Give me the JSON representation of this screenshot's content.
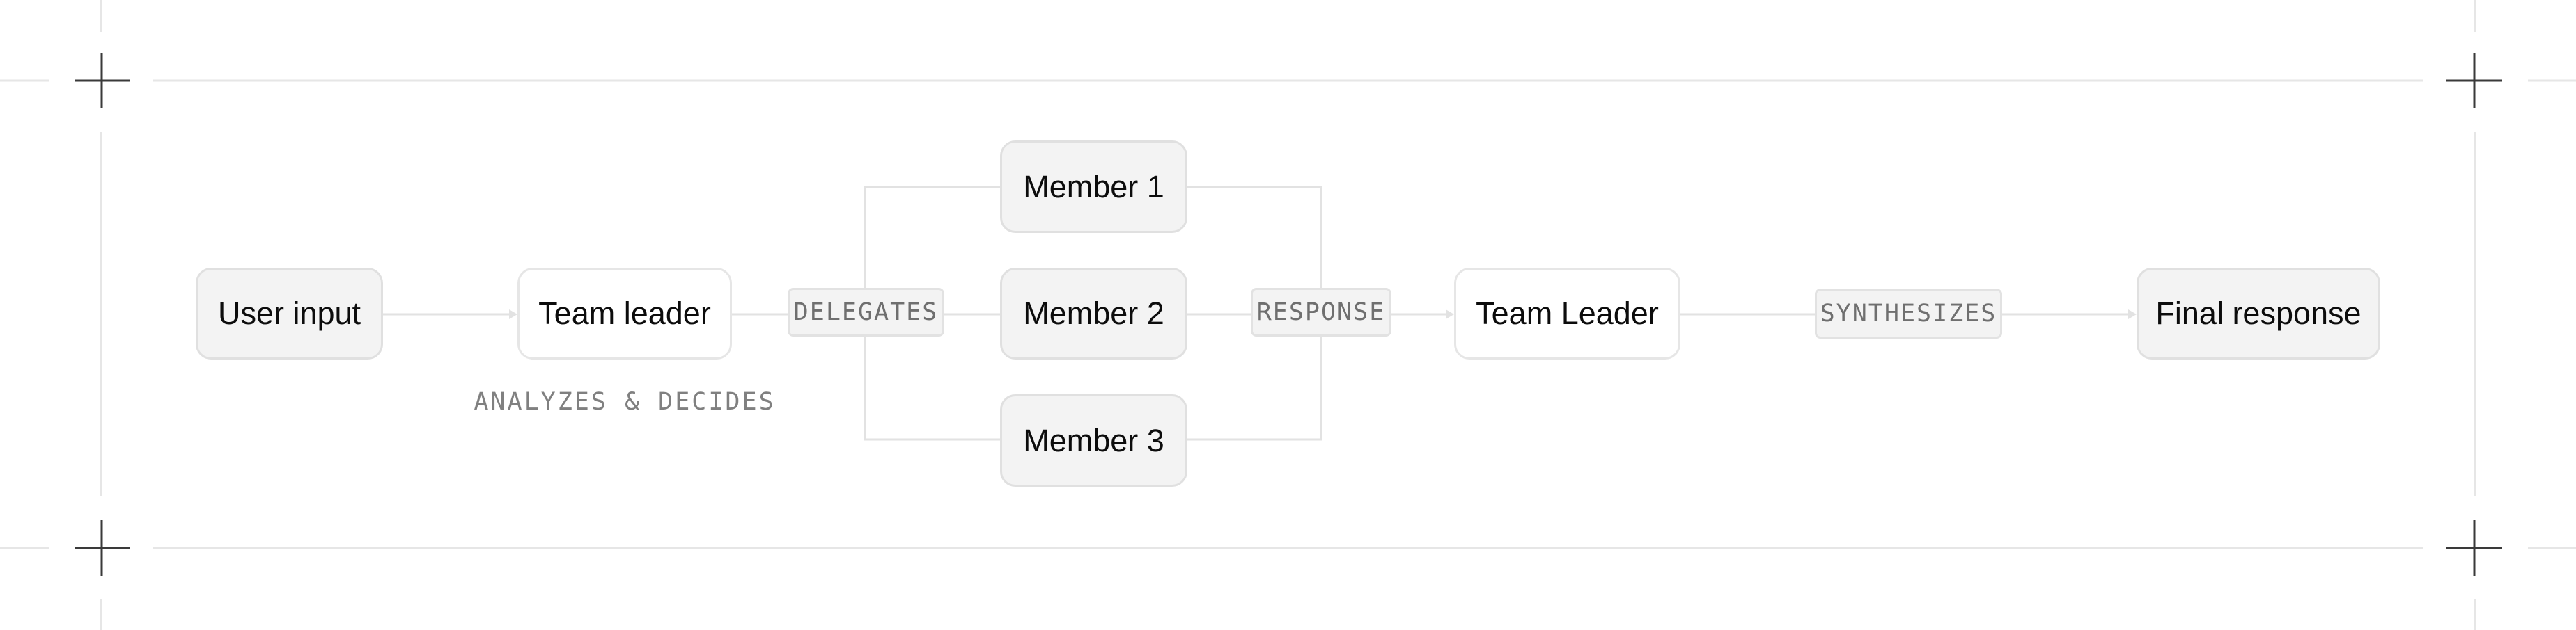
{
  "diagram": {
    "nodes": {
      "user_input": "User input",
      "team_leader": "Team leader",
      "member_1": "Member 1",
      "member_2": "Member 2",
      "member_3": "Member 3",
      "team_leader_2": "Team Leader",
      "final_response": "Final response"
    },
    "edge_labels": {
      "delegates": "DELEGATES",
      "response": "RESPONSE",
      "synthesizes": "SYNTHESIZES"
    },
    "captions": {
      "analyzes": "ANALYZES & DECIDES"
    }
  },
  "colors": {
    "node_fill": "#f3f3f3",
    "node_border": "#e0e0e0",
    "connector": "#e2e2e2",
    "frame_line": "#e6e6e6",
    "crosshair": "#3a3a3a",
    "text": "#0c0c0c",
    "tag_text": "#6f6f6f"
  }
}
